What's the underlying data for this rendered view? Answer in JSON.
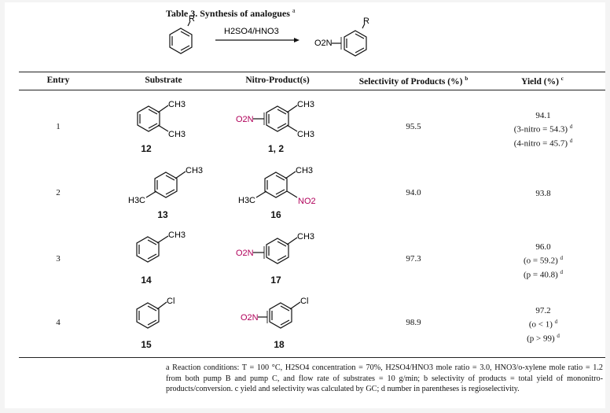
{
  "caption": "Table 3. Synthesis of analogues",
  "caption_mark": "a",
  "scheme": {
    "reagent": "H2SO4/HNO3",
    "r_label": "R",
    "nitro_label": "O2N"
  },
  "headers": {
    "entry": "Entry",
    "substrate": "Substrate",
    "product": "Nitro-Product(s)",
    "selectivity": "Selectivity of Products (%)",
    "selectivity_mark": "b",
    "yield": "Yield (%)",
    "yield_mark": "c"
  },
  "rows": [
    {
      "entry": "1",
      "substrate_num": "12",
      "product_num": "1, 2",
      "selectivity": "95.5",
      "yield_lines": [
        {
          "text": "94.1",
          "mark": ""
        },
        {
          "text": "(3-nitro = 54.3)",
          "mark": "d"
        },
        {
          "text": "(4-nitro = 45.7)",
          "mark": "d"
        }
      ]
    },
    {
      "entry": "2",
      "substrate_num": "13",
      "product_num": "16",
      "selectivity": "94.0",
      "yield_lines": [
        {
          "text": "93.8",
          "mark": ""
        }
      ]
    },
    {
      "entry": "3",
      "substrate_num": "14",
      "product_num": "17",
      "selectivity": "97.3",
      "yield_lines": [
        {
          "text": "96.0",
          "mark": ""
        },
        {
          "text": "(o = 59.2)",
          "mark": "d"
        },
        {
          "text": "(p = 40.8)",
          "mark": "d"
        }
      ]
    },
    {
      "entry": "4",
      "substrate_num": "15",
      "product_num": "18",
      "selectivity": "98.9",
      "yield_lines": [
        {
          "text": "97.2",
          "mark": ""
        },
        {
          "text": "(o < 1)",
          "mark": "d"
        },
        {
          "text": "(p > 99)",
          "mark": "d"
        }
      ]
    }
  ],
  "labels": {
    "ch3": "CH3",
    "h3c": "H3C",
    "cl": "Cl",
    "no2": "NO2",
    "o2n": "O2N"
  },
  "footnote": "a Reaction conditions: T = 100 °C, H2SO4 concentration = 70%, H2SO4/HNO3 mole ratio = 3.0, HNO3/o-xylene mole ratio = 1.2 from both pump B and pump C, and flow rate of substrates = 10 g/min; b selectivity of products = total yield of mononitro-products/conversion. c yield and selectivity was calculated by GC; d number in parentheses is regioselectivity.",
  "colors": {
    "nitro": "#b0005a",
    "ink": "#111111"
  }
}
